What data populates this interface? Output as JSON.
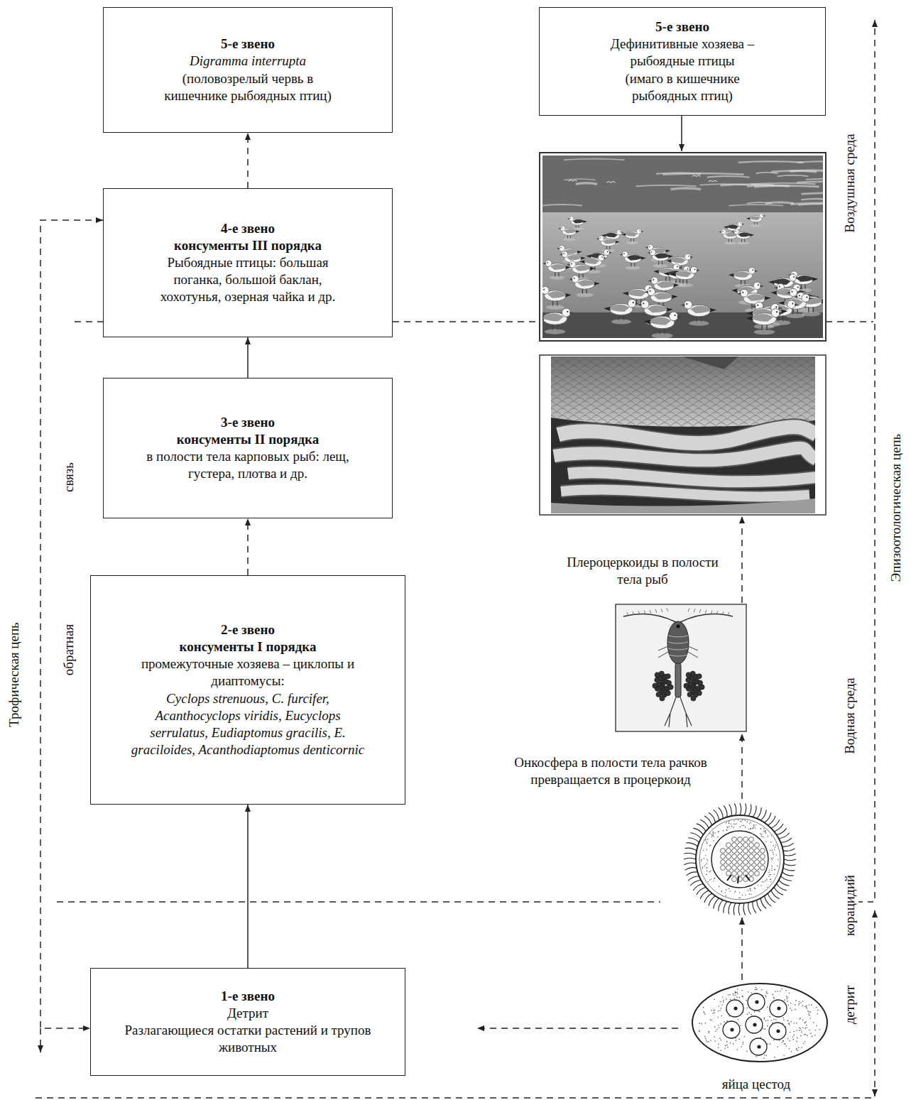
{
  "diagram": {
    "nodes": [
      {
        "text": [
          "5-е звено",
          "Digramma interrupta",
          "(половозрелый червь в кишечнике рыбоядных птиц)"
        ]
      },
      {
        "text": [
          "4-е звено",
          "консументы III порядка",
          "Рыбоядные птицы: большая поганка, большой баклан, хохотунья, озерная чайка и др."
        ]
      },
      {
        "text": [
          "3-е звено",
          "консументы II порядка",
          "в полости тела карповых рыб: лещ, густера, плотва и др."
        ]
      },
      {
        "text": [
          "2-е звено",
          "консументы I порядка",
          "промежуточные хозяева – циклопы и диаптомусы:",
          "Cyclops strenuous, C. furcifer, Acanthocyclops viridis, Eucyclops serrulatus, Eudiaptomus gracilis, E. graciloides, Acanthodiaptomus denticornic"
        ]
      },
      {
        "text": [
          "1-е звено",
          "Детрит",
          "Разлагающиеся остатки растений и трупов животных"
        ]
      },
      {
        "text": [
          "5-е звено",
          "Дефинитивные хозяева – рыбоядные птицы",
          "(имаго в кишечнике рыбоядных птиц)"
        ]
      }
    ],
    "edges": [
      {
        "from": 4,
        "to": 3,
        "arrow": "to"
      },
      {
        "from": 3,
        "to": 2,
        "arrow": "to"
      },
      {
        "from": 2,
        "to": 1,
        "arrow": "to"
      },
      {
        "from": 1,
        "to": 0,
        "arrow": "to"
      },
      {
        "from": 1,
        "to": 4,
        "arrow": "both"
      }
    ],
    "labels": [
      "Воздушная среда",
      "Водная среда",
      "Эпизоотологическая цепь",
      "корацидий",
      "детрит",
      "Трофическая цепь",
      "обратная",
      "связь",
      "Плероцеркоиды в полости тела рыб",
      "Онкосфера в полости тела рачков превращается в процеркоид",
      "яйца цестод"
    ]
  }
}
